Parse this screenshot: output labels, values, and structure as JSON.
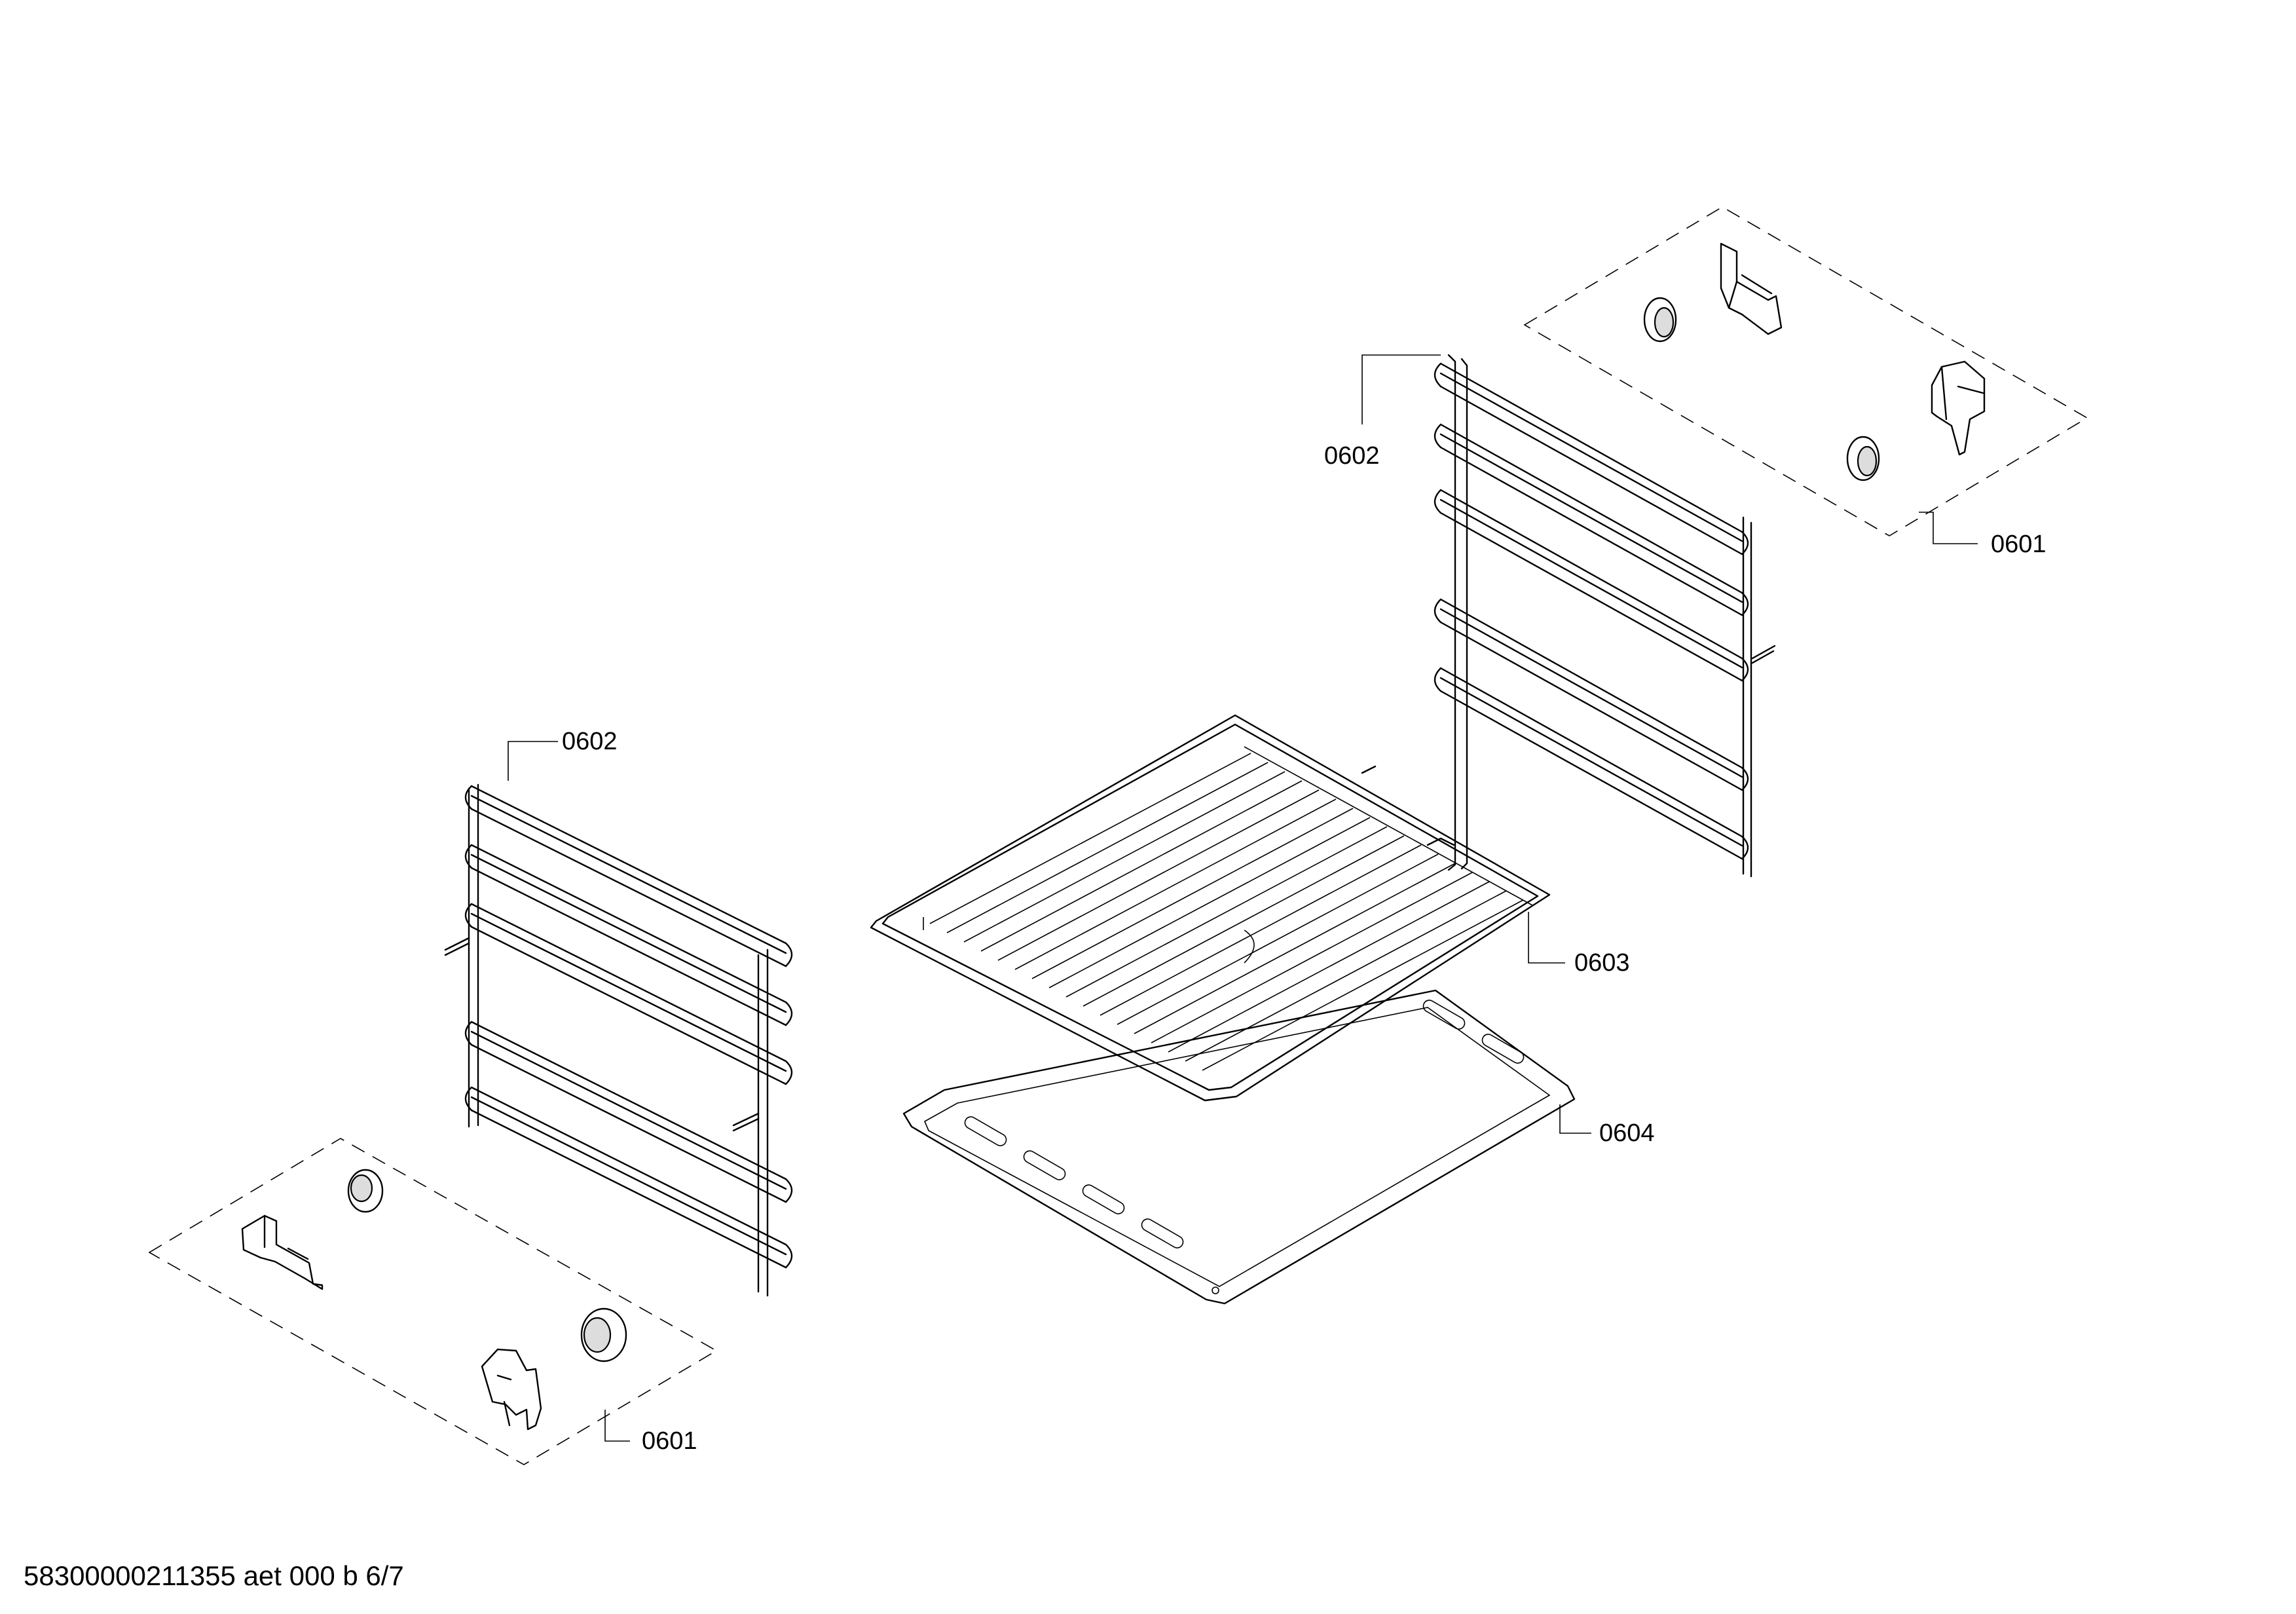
{
  "drawing": {
    "footer_code": "58300000211355 aet 000 b 6/7"
  },
  "callouts": {
    "part_0601_right": "0601",
    "part_0602_right": "0602",
    "part_0602_left": "0602",
    "part_0603": "0603",
    "part_0604": "0604",
    "part_0601_left": "0601"
  }
}
